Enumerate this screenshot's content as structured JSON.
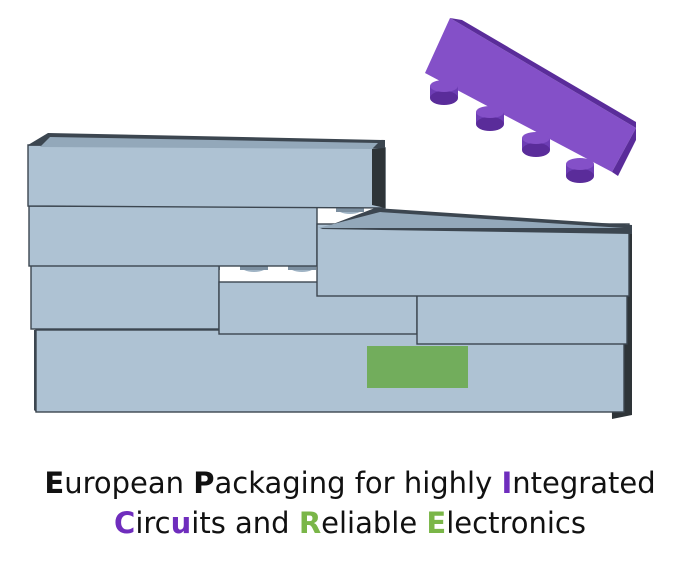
{
  "caption": {
    "line1": [
      {
        "text": "E",
        "highlight": "black"
      },
      {
        "text": "uropean ",
        "highlight": null
      },
      {
        "text": "P",
        "highlight": "black"
      },
      {
        "text": "ackaging for highly ",
        "highlight": null
      },
      {
        "text": "I",
        "highlight": "purple"
      },
      {
        "text": "ntegrated",
        "highlight": null
      }
    ],
    "line2": [
      {
        "text": "C",
        "highlight": "purple"
      },
      {
        "text": "irc",
        "highlight": null
      },
      {
        "text": "u",
        "highlight": "purple"
      },
      {
        "text": "its and ",
        "highlight": null
      },
      {
        "text": "R",
        "highlight": "green"
      },
      {
        "text": "eliable ",
        "highlight": null
      },
      {
        "text": "E",
        "highlight": "green"
      },
      {
        "text": "lectronics",
        "highlight": null
      }
    ]
  },
  "colors": {
    "brick_face": "#aec2d3",
    "brick_top": "#c3d3e0",
    "brick_inner": "#93a8ba",
    "brick_edge": "#3c4650",
    "brick_dark": "#2e3438",
    "stud": "#9fb3c4",
    "stud_shadow": "#7c8fa0",
    "purple_brick": "#8450c8",
    "purple_dark": "#5a2c9a",
    "purple_mid": "#6d3db4",
    "green_patch": "#72ad5c",
    "text_black": "#111111",
    "text_purple": "#6f2dbd",
    "text_green": "#7ab648"
  },
  "icons": [
    "brick-wall-icon",
    "purple-brick-icon",
    "green-patch-icon"
  ]
}
